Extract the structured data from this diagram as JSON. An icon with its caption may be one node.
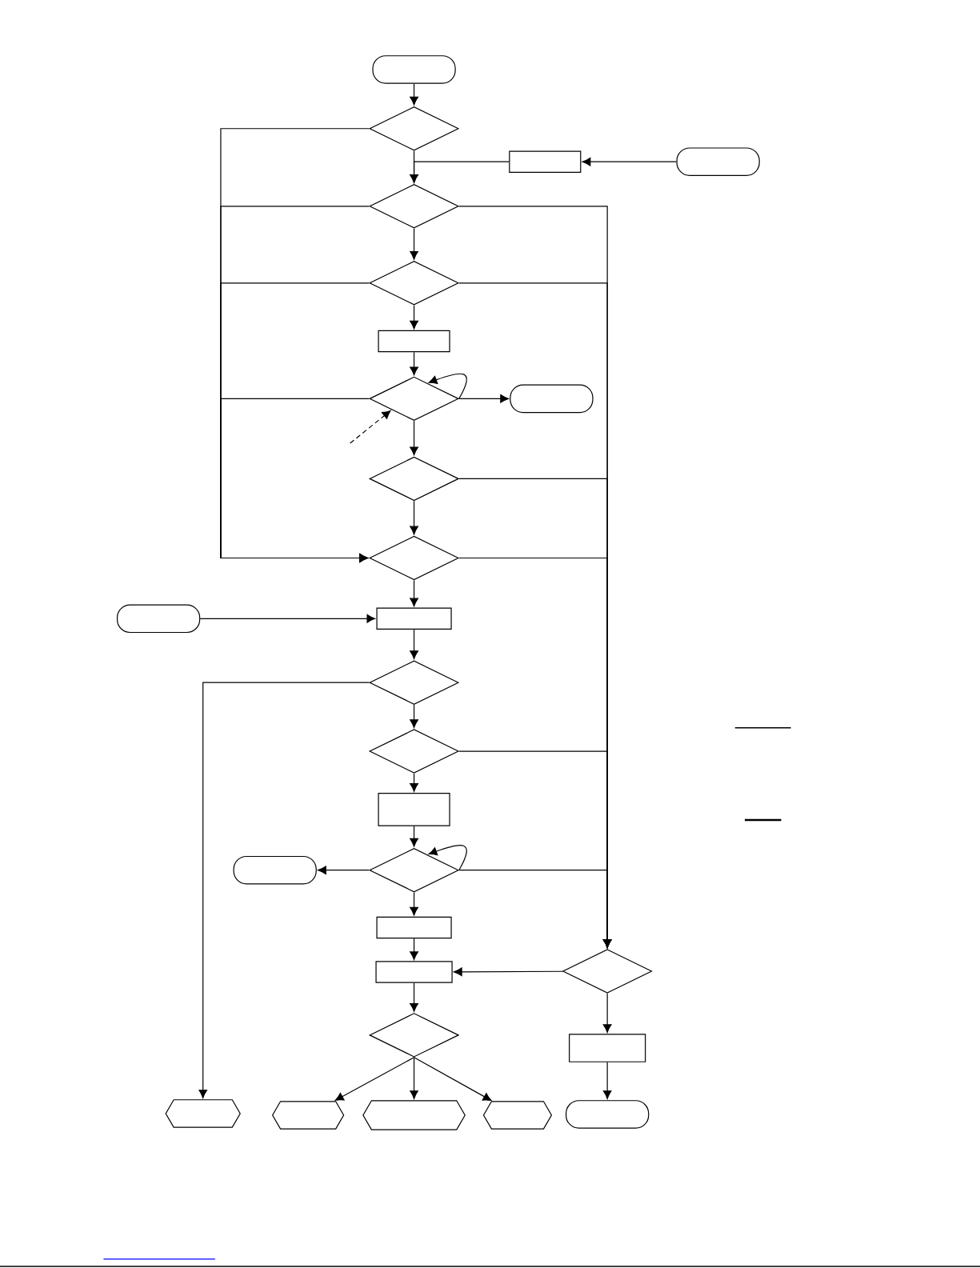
{
  "diagram": {
    "nodes": [
      {
        "text": [],
        "shape": "oval"
      },
      {
        "text": [],
        "shape": "diamond"
      },
      {
        "text": [],
        "shape": "box"
      },
      {
        "text": [],
        "shape": "oval"
      },
      {
        "text": [],
        "shape": "diamond"
      },
      {
        "text": [],
        "shape": "diamond"
      },
      {
        "text": [],
        "shape": "box"
      },
      {
        "text": [],
        "shape": "diamond"
      },
      {
        "text": [],
        "shape": "oval"
      },
      {
        "text": [],
        "shape": "diamond"
      },
      {
        "text": [],
        "shape": "diamond"
      },
      {
        "text": [],
        "shape": "oval"
      },
      {
        "text": [],
        "shape": "box"
      },
      {
        "text": [],
        "shape": "diamond"
      },
      {
        "text": [],
        "shape": "diamond"
      },
      {
        "text": [],
        "shape": "box"
      },
      {
        "text": [],
        "shape": "oval"
      },
      {
        "text": [],
        "shape": "diamond"
      },
      {
        "text": [],
        "shape": "box"
      },
      {
        "text": [],
        "shape": "box"
      },
      {
        "text": [],
        "shape": "diamond"
      },
      {
        "text": [],
        "shape": "diamond"
      },
      {
        "text": [],
        "shape": "box"
      },
      {
        "text": [],
        "shape": "hexagon"
      },
      {
        "text": [],
        "shape": "hexagon"
      },
      {
        "text": [],
        "shape": "hexagon"
      },
      {
        "text": [],
        "shape": "hexagon"
      },
      {
        "text": [],
        "shape": "oval"
      }
    ],
    "edges": [
      {
        "from": 0,
        "to": 1,
        "arrow": "to"
      },
      {
        "from": 1,
        "to": 4,
        "arrow": "to"
      },
      {
        "from": 3,
        "to": 2,
        "arrow": "to"
      },
      {
        "from": 2,
        "to": 4,
        "arrow": "to"
      },
      {
        "from": 4,
        "to": 5,
        "arrow": "to"
      },
      {
        "from": 5,
        "to": 6,
        "arrow": "to"
      },
      {
        "from": 6,
        "to": 7,
        "arrow": "to"
      },
      {
        "from": 7,
        "to": 7,
        "arrow": "to"
      },
      {
        "from": 7,
        "to": 8,
        "arrow": "to"
      },
      {
        "from": null,
        "to": 7,
        "arrow": "to",
        "style": "dashed"
      },
      {
        "from": 7,
        "to": 9,
        "arrow": "to"
      },
      {
        "from": 9,
        "to": 10,
        "arrow": "to"
      },
      {
        "from": 1,
        "to": 10,
        "arrow": "to"
      },
      {
        "from": 4,
        "to": 10,
        "arrow": "to"
      },
      {
        "from": 5,
        "to": 10,
        "arrow": "to"
      },
      {
        "from": 7,
        "to": 10,
        "arrow": "to"
      },
      {
        "from": 10,
        "to": 12,
        "arrow": "to"
      },
      {
        "from": 11,
        "to": 12,
        "arrow": "to"
      },
      {
        "from": 12,
        "to": 13,
        "arrow": "to"
      },
      {
        "from": 13,
        "to": 14,
        "arrow": "to"
      },
      {
        "from": 14,
        "to": 15,
        "arrow": "to"
      },
      {
        "from": 15,
        "to": 17,
        "arrow": "to"
      },
      {
        "from": 17,
        "to": 17,
        "arrow": "to"
      },
      {
        "from": 17,
        "to": 18,
        "arrow": "to"
      },
      {
        "from": 18,
        "to": 19,
        "arrow": "to"
      },
      {
        "from": 19,
        "to": 21,
        "arrow": "to"
      },
      {
        "from": 4,
        "to": 20,
        "arrow": "to"
      },
      {
        "from": 5,
        "to": 20,
        "arrow": "to"
      },
      {
        "from": 9,
        "to": 20,
        "arrow": "to"
      },
      {
        "from": 10,
        "to": 20,
        "arrow": "to"
      },
      {
        "from": 14,
        "to": 20,
        "arrow": "to"
      },
      {
        "from": 17,
        "to": 20,
        "arrow": "to"
      },
      {
        "from": 13,
        "to": 23,
        "arrow": "to"
      },
      {
        "from": 17,
        "to": 16,
        "arrow": "to"
      },
      {
        "from": 20,
        "to": 19,
        "arrow": "to"
      },
      {
        "from": 20,
        "to": 22,
        "arrow": "to"
      },
      {
        "from": 22,
        "to": 27,
        "arrow": "to"
      },
      {
        "from": 21,
        "to": 24,
        "arrow": "to"
      },
      {
        "from": 21,
        "to": 25,
        "arrow": "to"
      },
      {
        "from": 21,
        "to": 26,
        "arrow": "to"
      }
    ]
  }
}
